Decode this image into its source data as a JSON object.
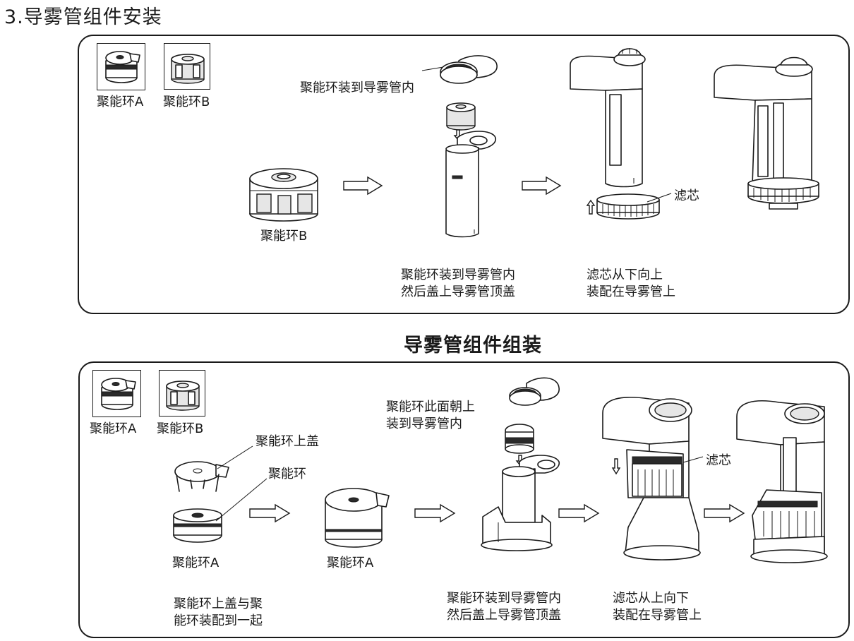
{
  "page_title": "3.导雾管组件安装",
  "section2_title": "导雾管组件组装",
  "panel1": {
    "thumb_a": "聚能环A",
    "thumb_b": "聚能环B",
    "ring_b_label": "聚能环B",
    "callout_ring_into_tube": "聚能环装到导雾管内",
    "callout_filter": "滤芯",
    "caption_step1": [
      "聚能环装到导雾管内",
      "然后盖上导雾管顶盖"
    ],
    "caption_step2": [
      "滤芯从下向上",
      "装配在导雾管上"
    ]
  },
  "panel2": {
    "thumb_a": "聚能环A",
    "thumb_b": "聚能环B",
    "callout_ring_cap": "聚能环上盖",
    "callout_ring": "聚能环",
    "ring_a_label_1": "聚能环A",
    "ring_a_label_2": "聚能环A",
    "callout_face_up": [
      "聚能环此面朝上",
      "装到导雾管内"
    ],
    "callout_filter": "滤芯",
    "caption_step1": [
      "聚能环上盖与聚",
      "能环装配到一起"
    ],
    "caption_step2": [
      "聚能环装到导雾管内",
      "然后盖上导雾管顶盖"
    ],
    "caption_step3": [
      "滤芯从上向下",
      "装配在导雾管上"
    ]
  }
}
